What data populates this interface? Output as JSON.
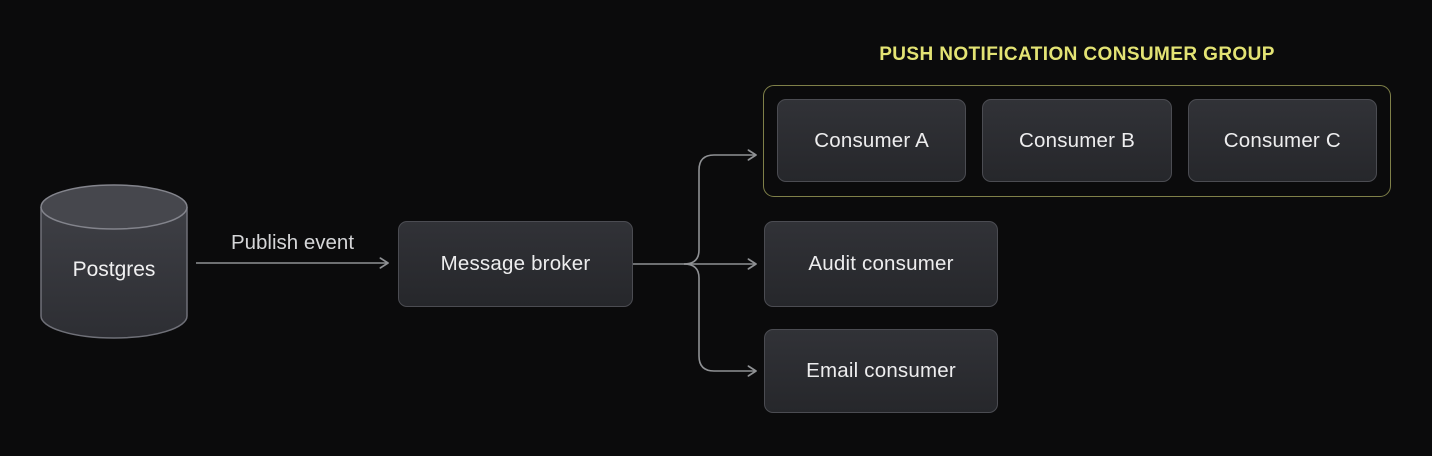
{
  "diagram": {
    "background_color": "#0b0b0c",
    "line_color": "#8f9194",
    "accent_yellow": "#e3e374",
    "group_border_color": "#7f8049",
    "node_fill_color": "#2b2c30",
    "node_border_color": "#4b4c52",
    "nodes": {
      "postgres": {
        "label": "Postgres",
        "shape": "cylinder"
      },
      "message_broker": {
        "label": "Message broker"
      },
      "audit_consumer": {
        "label": "Audit consumer"
      },
      "email_consumer": {
        "label": "Email consumer"
      }
    },
    "edges": {
      "publish_event": {
        "label": "Publish event",
        "from": "postgres",
        "to": "message_broker"
      },
      "broker_fanout_targets": [
        "push_notification_consumer_group",
        "audit_consumer",
        "email_consumer"
      ]
    },
    "consumer_group": {
      "title": "PUSH NOTIFICATION CONSUMER GROUP",
      "members": [
        {
          "label": "Consumer A"
        },
        {
          "label": "Consumer B"
        },
        {
          "label": "Consumer C"
        }
      ]
    }
  }
}
